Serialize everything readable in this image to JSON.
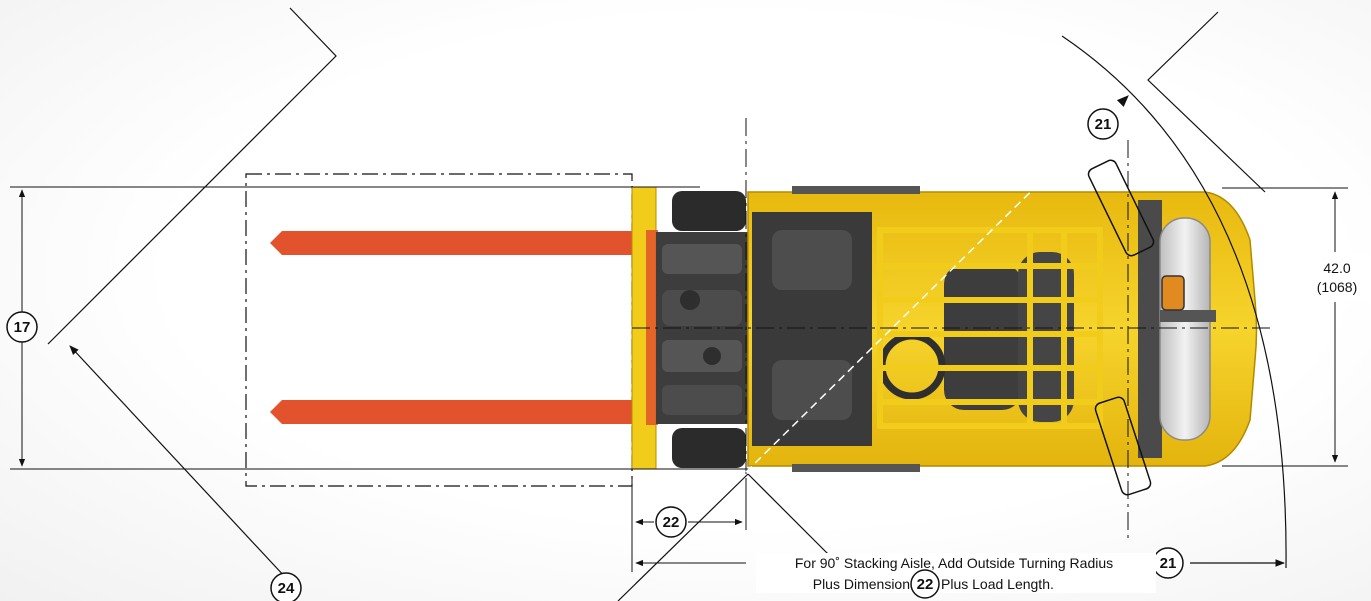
{
  "callouts": {
    "c17": "17",
    "c21_top": "21",
    "c21_bottom": "21",
    "c22": "22",
    "c22_note": "22",
    "c24": "24"
  },
  "dimension": {
    "width_in": "42.0",
    "width_mm": "(1068)"
  },
  "note": {
    "line1": "For 90˚ Stacking Aisle, Add Outside Turning Radius",
    "line2_pre": "Plus Dimension",
    "line2_post": "Plus Load Length."
  },
  "colors": {
    "truck_body": "#f2cc1a",
    "fork": "#e2522c",
    "chassis": "#4a4a4a",
    "tank": "#d9d9d9",
    "line": "#111111"
  },
  "icons": {
    "truck": "forklift-top-view-illustration",
    "lpg_tank": "lpg-tank-illustration"
  }
}
